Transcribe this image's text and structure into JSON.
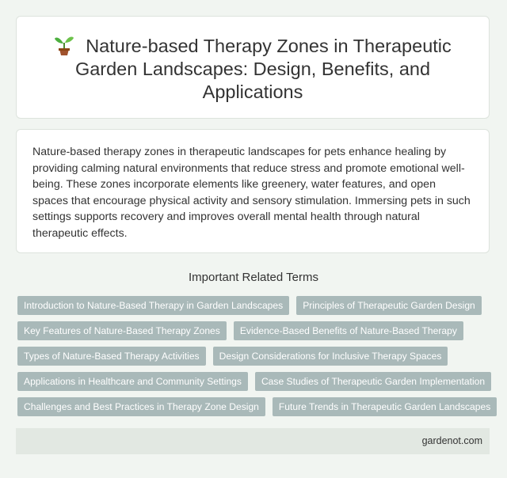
{
  "header": {
    "icon": "sprout-icon",
    "title": "Nature-based Therapy Zones in Therapeutic Garden Landscapes: Design, Benefits, and Applications"
  },
  "description": {
    "text": "Nature-based therapy zones in therapeutic landscapes for pets enhance healing by providing calming natural environments that reduce stress and promote emotional well-being. These zones incorporate elements like greenery, water features, and open spaces that encourage physical activity and sensory stimulation. Immersing pets in such settings supports recovery and improves overall mental health through natural therapeutic effects."
  },
  "related": {
    "heading": "Important Related Terms",
    "tags": [
      "Introduction to Nature-Based Therapy in Garden Landscapes",
      "Principles of Therapeutic Garden Design",
      "Key Features of Nature-Based Therapy Zones",
      "Evidence-Based Benefits of Nature-Based Therapy",
      "Types of Nature-Based Therapy Activities",
      "Design Considerations for Inclusive Therapy Spaces",
      "Applications in Healthcare and Community Settings",
      "Case Studies of Therapeutic Garden Implementation",
      "Challenges and Best Practices in Therapy Zone Design",
      "Future Trends in Therapeutic Garden Landscapes"
    ]
  },
  "footer": {
    "site": "gardenot.com"
  },
  "colors": {
    "background": "#f1f5f1",
    "tag_background": "#a9b9b9",
    "footer_background": "#e2e8e2"
  }
}
